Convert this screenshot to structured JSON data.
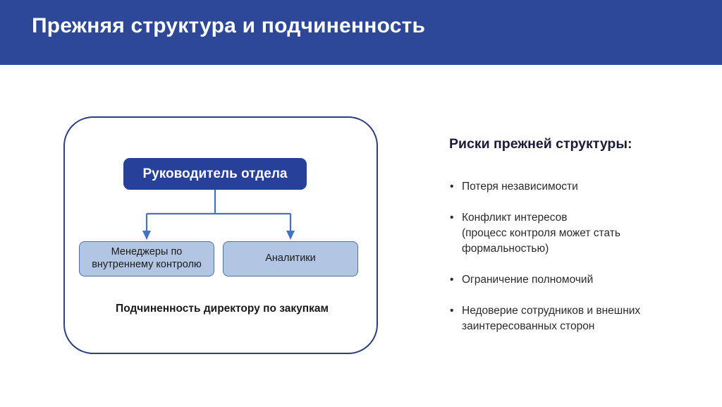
{
  "banner": {
    "title": "Прежняя структура и подчиненность",
    "background_color": "#2D4799",
    "text_color": "#FFFFFF"
  },
  "diagram": {
    "border_color": "#2E3F7F",
    "top_node": {
      "label": "Руководитель отдела",
      "background_color": "#27409A",
      "text_color": "#FFFFFF"
    },
    "connector": {
      "line_color": "#4472C4",
      "arrow_color": "#4472C4"
    },
    "child_nodes": [
      {
        "label": "Менеджеры по внутреннему контролю",
        "line1": "Менеджеры по",
        "line2": "внутреннему контролю",
        "background_color": "#B2C6E4",
        "border_color": "#4E6EA8"
      },
      {
        "label": "Аналитики",
        "line1": "Аналитики",
        "line2": "",
        "background_color": "#B2C6E4",
        "border_color": "#4E6EA8"
      }
    ],
    "caption": "Подчиненность директору по закупкам"
  },
  "risks": {
    "heading": "Риски прежней структуры:",
    "bullet_glyph": "•",
    "items": [
      {
        "line1": "Потеря независимости",
        "line2": "",
        "line3": ""
      },
      {
        "line1": "Конфликт интересов",
        "line2": "(процесс контроля может стать",
        "line3": "формальностью)"
      },
      {
        "line1": "Ограничение полномочий",
        "line2": "",
        "line3": ""
      },
      {
        "line1": "Недоверие сотрудников и внешних",
        "line2": "заинтересованных сторон",
        "line3": ""
      }
    ]
  }
}
